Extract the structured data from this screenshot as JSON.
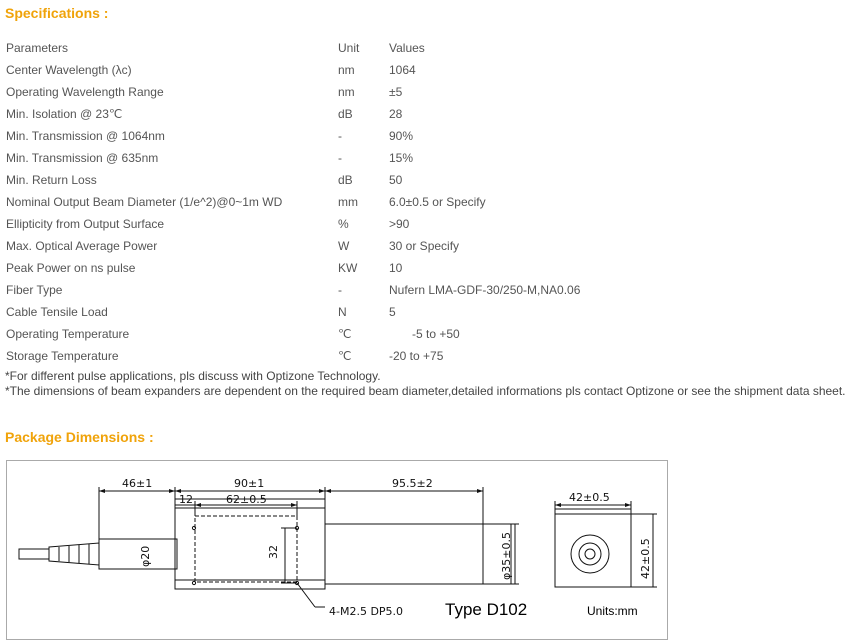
{
  "spec_section": {
    "title": "Specifications :",
    "header": {
      "param": "Parameters",
      "unit": "Unit",
      "value": "Values"
    },
    "rows": [
      {
        "param": "Center Wavelength (λc)",
        "unit": "nm",
        "value": "1064"
      },
      {
        "param": "Operating Wavelength Range",
        "unit": "nm",
        "value": "±5"
      },
      {
        "param": "Min. Isolation @ 23℃",
        "unit": "dB",
        "value": "28"
      },
      {
        "param": "Min. Transmission @ 1064nm",
        "unit": "-",
        "value": "90%"
      },
      {
        "param": "Min. Transmission @ 635nm",
        "unit": "-",
        "value": "15%"
      },
      {
        "param": "Min. Return Loss",
        "unit": "dB",
        "value": "50"
      },
      {
        "param": "Nominal Output Beam Diameter (1/e^2)@0~1m WD",
        "unit": "mm",
        "value": "6.0±0.5 or Specify"
      },
      {
        "param": "Ellipticity from Output Surface",
        "unit": "%",
        "value": ">90"
      },
      {
        "param": "Max. Optical Average Power",
        "unit": "W",
        "value": "30 or Specify"
      },
      {
        "param": "Peak Power on ns pulse",
        "unit": "KW",
        "value": "10"
      },
      {
        "param": "Fiber Type",
        "unit": "-",
        "value": "Nufern LMA-GDF-30/250-M,NA0.06"
      },
      {
        "param": "Cable Tensile Load",
        "unit": "N",
        "value": "5"
      },
      {
        "param": "Operating Temperature",
        "unit": "℃",
        "value": "-5 to +50"
      },
      {
        "param": "Storage Temperature",
        "unit": "℃",
        "value": "-20 to +75"
      }
    ],
    "notes": [
      "*For different pulse applications, pls discuss with Optizone Technology.",
      "*The dimensions of beam expanders are dependent on the required beam diameter,detailed informations pls contact Optizone or see   the shipment data sheet."
    ]
  },
  "package_section": {
    "title": "Package Dimensions :",
    "drawing": {
      "dim_46": "46±1",
      "dim_90": "90±1",
      "dim_95_5": "95.5±2",
      "dim_12": "12",
      "dim_62": "62±0.5",
      "dim_32": "32",
      "dim_phi20": "φ20",
      "dim_phi35": "φ35±0.5",
      "dim_42_top": "42±0.5",
      "dim_42_side": "42±0.5",
      "hole_note": "4-M2.5  DP5.0",
      "type_label": "Type D102",
      "units_label": "Units:mm"
    }
  }
}
